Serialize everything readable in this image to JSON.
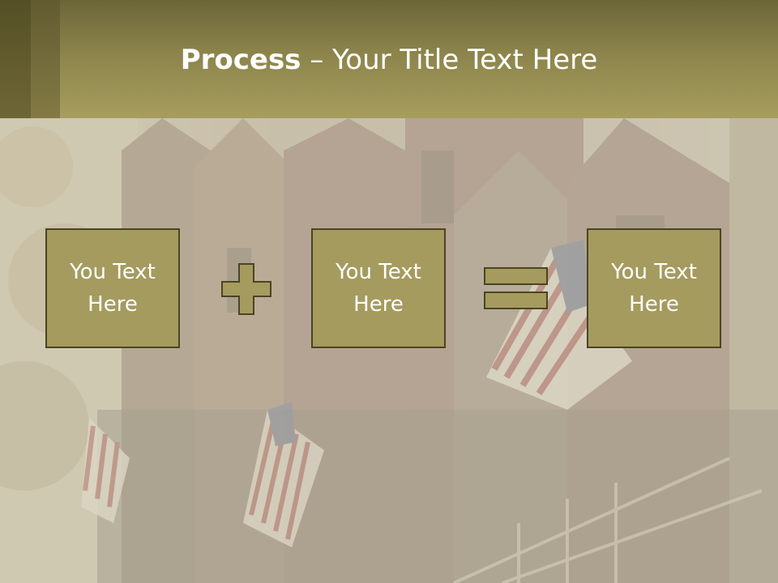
{
  "slide": {
    "title_bold": "Process",
    "title_rest": " – Your Title Text Here"
  },
  "process": {
    "boxes": [
      {
        "label": "You Text\nHere"
      },
      {
        "label": "You Text\nHere"
      },
      {
        "label": "You Text\nHere"
      }
    ],
    "operators": [
      "plus-icon",
      "equals-icon"
    ]
  },
  "colors": {
    "header": "#8c844b",
    "box_fill": "#a59b5e",
    "box_border": "#4a4424",
    "text": "#ffffff"
  }
}
